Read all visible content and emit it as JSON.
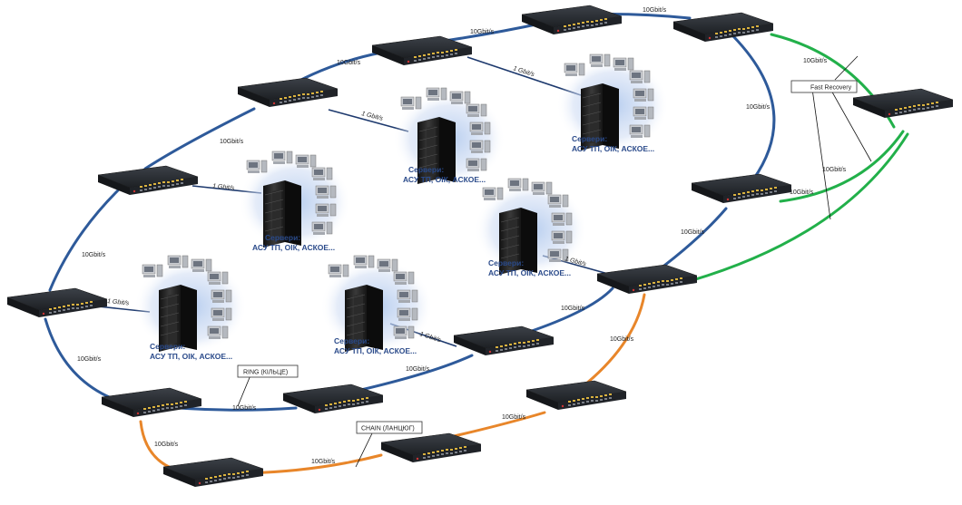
{
  "colors": {
    "ring": "#2e5a9a",
    "chain": "#e8862a",
    "recovery": "#22b04a",
    "server_link": "#1e3a6e",
    "caption": "#2a4a8a",
    "glow": "#a9c4ec"
  },
  "icons": {
    "switch": "network-switch-icon",
    "server_rack": "server-rack-icon",
    "workstation": "workstation-icon"
  },
  "labels": {
    "link_10g": "10Gbit/s",
    "link_1g": "1 Gbit/s",
    "server_title": "Сервери:",
    "server_subtitle": "АСУ ТП, ОІК, АСКОЕ..."
  },
  "callouts": {
    "ring": "RING (КІЛЬЦЕ)",
    "chain": "CHAIN (ЛАНЦЮГ)",
    "recovery": "Fast Recovery"
  },
  "server_groups": [
    {
      "title": "Сервери:",
      "subtitle": "АСУ ТП, ОІК, АСКОЕ..."
    },
    {
      "title": "Сервери:",
      "subtitle": "АСУ ТП, ОІК, АСКОЕ..."
    },
    {
      "title": "Сервери:",
      "subtitle": "АСУ ТП, ОІК, АСКОЕ..."
    },
    {
      "title": "Сервери:",
      "subtitle": "АСУ ТП, ОІК, АСКОЕ..."
    },
    {
      "title": "Сервери:",
      "subtitle": "АСУ ТП, ОІК, АСКОЕ..."
    },
    {
      "title": "Сервери:",
      "subtitle": "АСУ ТП, ОІК, АСКОЕ..."
    }
  ]
}
